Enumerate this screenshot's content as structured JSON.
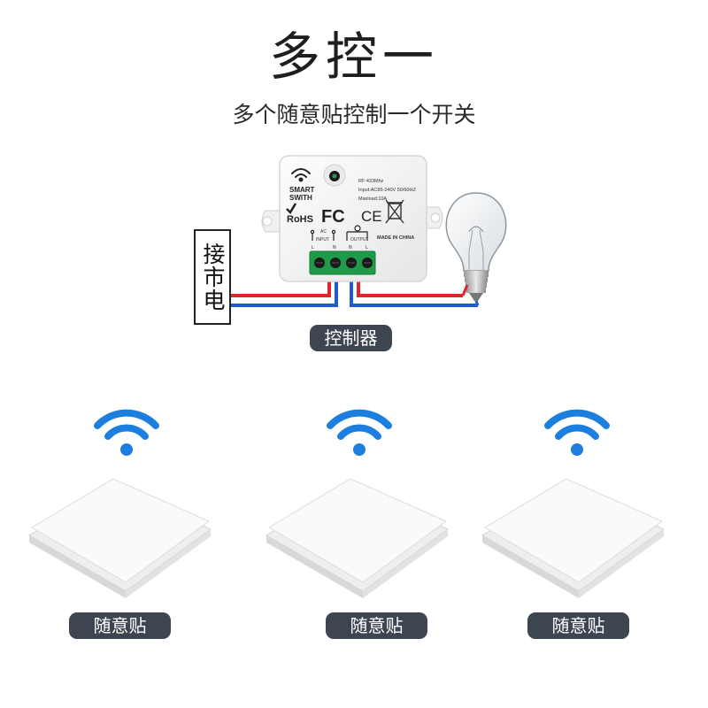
{
  "title": "多控一",
  "subtitle": "多个随意贴控制一个开关",
  "mains_label": "接市电",
  "controller": {
    "label": "控制器",
    "brand_line1": "SMART",
    "brand_line2": "SWITH",
    "rohs": "RoHS",
    "fc": "FC",
    "ce": "CE",
    "spec_rf": "RF:433Mhz",
    "spec_input": "Input:AC85-240V 50/60HZ",
    "spec_maxload": "Maxload:10A",
    "ac": "AC",
    "input": "INPUT",
    "output": "OUTPUT",
    "made_in": "MADE IN CHINA",
    "term_l": "L",
    "term_n": "N"
  },
  "switches": [
    {
      "label": "随意贴"
    },
    {
      "label": "随意贴"
    },
    {
      "label": "随意贴"
    }
  ],
  "colors": {
    "wire_live": "#e0262b",
    "wire_neutral": "#1e5bd0",
    "wifi_blue": "#1c7fe0",
    "pill_bg": "#3d4650",
    "terminal_green": "#1f9a48"
  }
}
